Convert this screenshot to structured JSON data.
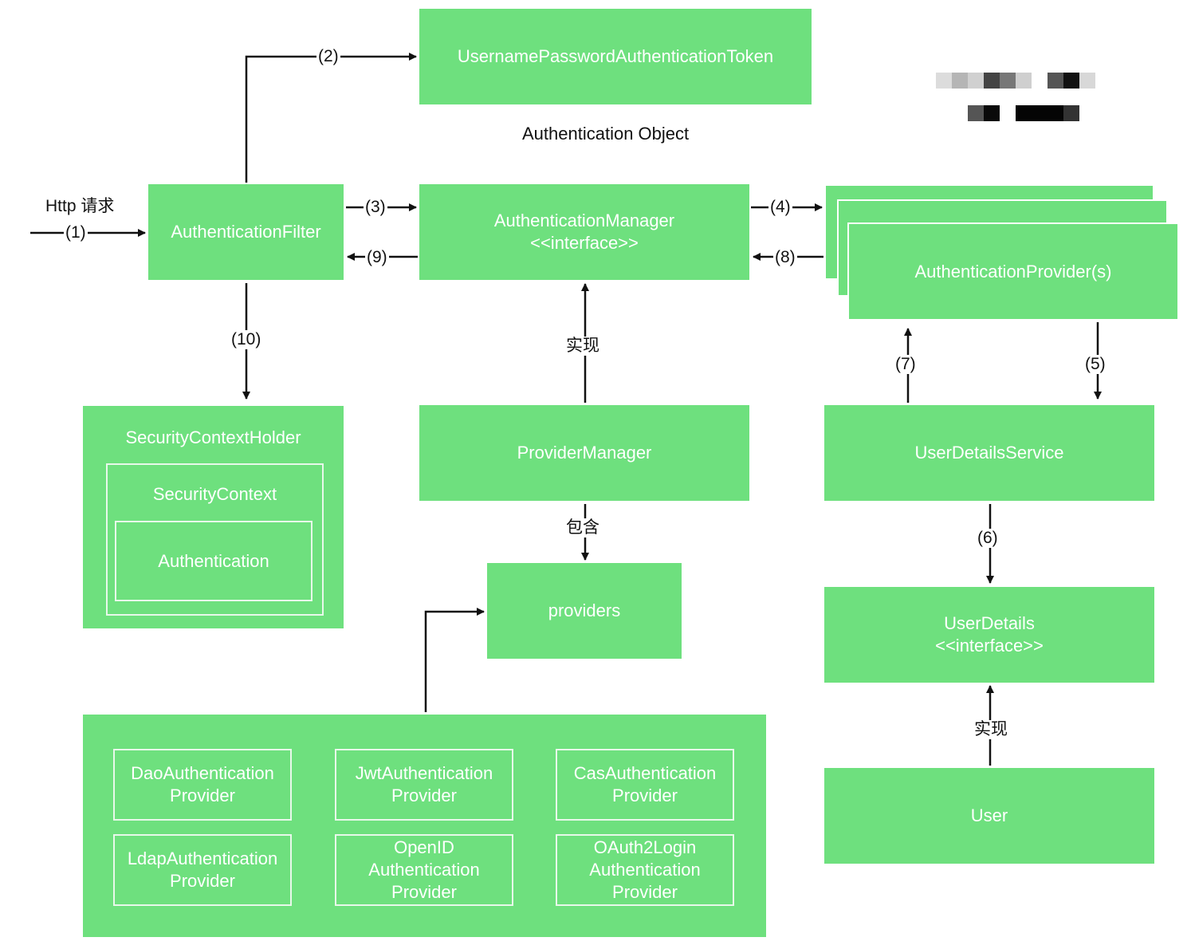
{
  "boxes": {
    "token": "UsernamePasswordAuthenticationToken",
    "filter": "AuthenticationFilter",
    "manager_line1": "AuthenticationManager",
    "manager_line2": "<<interface>>",
    "providers_stack": "AuthenticationProvider(s)",
    "provider_manager": "ProviderManager",
    "user_details_service": "UserDetailsService",
    "providers": "providers",
    "user_details_line1": "UserDetails",
    "user_details_line2": "<<interface>>",
    "user": "User"
  },
  "context_holder": {
    "title": "SecurityContextHolder",
    "context": "SecurityContext",
    "authentication": "Authentication"
  },
  "auth_providers": [
    {
      "line1": "DaoAuthentication",
      "line2": "Provider"
    },
    {
      "line1": "JwtAuthentication",
      "line2": "Provider"
    },
    {
      "line1": "CasAuthentication",
      "line2": "Provider"
    },
    {
      "line1": "LdapAuthentication",
      "line2": "Provider"
    },
    {
      "line1": "OpenID",
      "line2": "Authentication",
      "line3": "Provider"
    },
    {
      "line1": "OAuth2Login",
      "line2": "Authentication",
      "line3": "Provider"
    }
  ],
  "labels": {
    "auth_object": "Authentication Object",
    "http_request": "Http 请求",
    "step1": "(1)",
    "step2": "(2)",
    "step3": "(3)",
    "step4": "(4)",
    "step5": "(5)",
    "step6": "(6)",
    "step7": "(7)",
    "step8": "(8)",
    "step9": "(9)",
    "step10": "(10)",
    "implements1": "实现",
    "contains": "包含",
    "implements2": "实现"
  },
  "colors": {
    "box_fill": "#6ee07e",
    "box_text": "#ffffff",
    "arrow": "#111111"
  }
}
